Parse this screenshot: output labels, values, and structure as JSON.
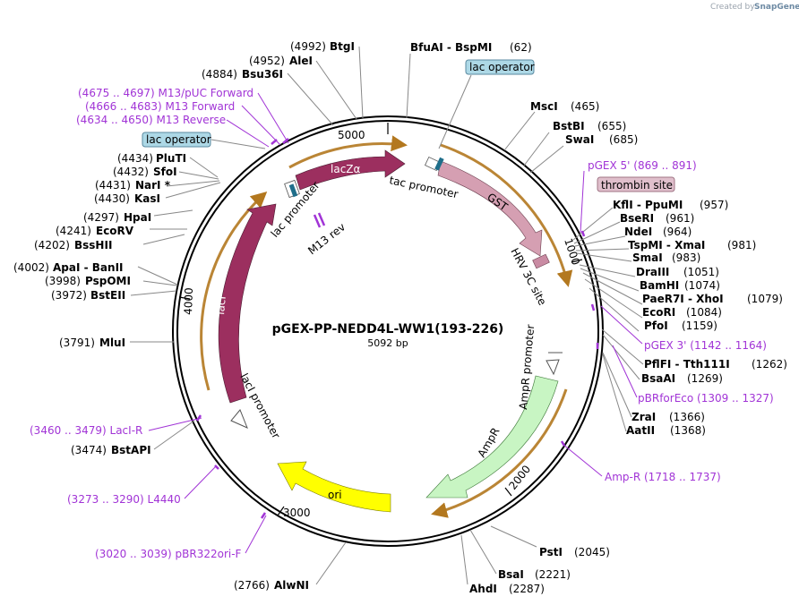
{
  "credit": {
    "created_by": "Created by",
    "brand": "SnapGene"
  },
  "plasmid": {
    "name": "pGEX-PP-NEDD4L-WW1(193-226)",
    "size": "5092 bp"
  },
  "ticks": [
    "5000",
    "1000",
    "2000",
    "3000",
    "4000"
  ],
  "features": {
    "lacZa": "lacZα",
    "GST": "GST",
    "HRV3C": "HRV 3C site",
    "tac": "tac promoter",
    "lac_prom": "lac promoter",
    "M13rev": "M13 rev",
    "ampr_prom": "AmpR promoter",
    "AmpR": "AmpR",
    "ori": "ori",
    "lacI": "lacI",
    "lacI_prom": "lacI promoter"
  },
  "boxes": {
    "lac_op_top": "lac operator",
    "lac_op_left": "lac operator",
    "thrombin": "thrombin site"
  },
  "primers": {
    "m13puc": "(4675 .. 4697)  M13/pUC Forward",
    "m13fwd": "(4666 .. 4683)  M13 Forward",
    "m13rev": "(4634 .. 4650)  M13 Reverse",
    "pgex5": "pGEX 5'   (869 .. 891)",
    "pgex3": "pGEX 3'   (1142 .. 1164)",
    "pbrfor": "pBRforEco   (1309 .. 1327)",
    "ampr": "Amp-R    (1718 .. 1737)",
    "laciR": "(3460 .. 3479)  LacI-R",
    "l4440": "(3273 .. 3290)  L4440",
    "pbr322": "(3020 .. 3039)  pBR322ori-F"
  },
  "sites": {
    "btgi": {
      "pos": "(4992)",
      "name": "BtgI"
    },
    "alei": {
      "pos": "(4952)",
      "name": "AleI"
    },
    "bsu36i": {
      "pos": "(4884)",
      "name": "Bsu36I"
    },
    "bfuai": {
      "name": "BfuAI  -  BspMI",
      "pos": "(62)"
    },
    "msci": {
      "name": "MscI",
      "pos": "(465)"
    },
    "bstbi": {
      "name": "BstBI",
      "pos": "(655)"
    },
    "swai": {
      "name": "SwaI",
      "pos": "(685)"
    },
    "kfli": {
      "name": "KflI  -  PpuMI",
      "pos": "(957)"
    },
    "bseri": {
      "name": "BseRI",
      "pos": "(961)"
    },
    "ndei": {
      "name": "NdeI",
      "pos": "(964)"
    },
    "tspmi": {
      "name": "TspMI  -  XmaI",
      "pos": "(981)"
    },
    "smai": {
      "name": "SmaI",
      "pos": "(983)"
    },
    "draiii": {
      "name": "DraIII",
      "pos": "(1051)"
    },
    "bamhi": {
      "name": "BamHI",
      "pos": "(1074)"
    },
    "paer7i": {
      "name": "PaeR7I  -  XhoI",
      "pos": "(1079)"
    },
    "ecori": {
      "name": "EcoRI",
      "pos": "(1084)"
    },
    "pfoi": {
      "name": "PfoI",
      "pos": "(1159)"
    },
    "pflfi": {
      "name": "PflFI  -  Tth111I",
      "pos": "(1262)"
    },
    "bsaai": {
      "name": "BsaAI",
      "pos": "(1269)"
    },
    "zrai": {
      "name": "ZraI",
      "pos": "(1366)"
    },
    "aatii": {
      "name": "AatII",
      "pos": "(1368)"
    },
    "psti": {
      "name": "PstI",
      "pos": "(2045)"
    },
    "bsai": {
      "name": "BsaI",
      "pos": "(2221)"
    },
    "ahdi": {
      "name": "AhdI",
      "pos": "(2287)"
    },
    "alwni": {
      "pos": "(2766)",
      "name": "AlwNI"
    },
    "bstapi": {
      "pos": "(3474)",
      "name": "BstAPI"
    },
    "mlui": {
      "pos": "(3791)",
      "name": "MluI"
    },
    "bsteii": {
      "pos": "(3972)",
      "name": "BstEII"
    },
    "pspomi": {
      "pos": "(3998)",
      "name": "PspOMI"
    },
    "apai": {
      "pos": "(4002)",
      "name": "ApaI  -  BanII"
    },
    "psshii": {
      "pos": "(4202)",
      "name": "BssHII"
    },
    "ecorv": {
      "pos": "(4241)",
      "name": "EcoRV"
    },
    "hpai": {
      "pos": "(4297)",
      "name": "HpaI"
    },
    "kasi": {
      "pos": "(4430)",
      "name": "KasI"
    },
    "nari": {
      "pos": "(4431)",
      "name": "NarI *"
    },
    "sfoi": {
      "pos": "(4432)",
      "name": "SfoI"
    },
    "pluti": {
      "pos": "(4434)",
      "name": "PluTI"
    }
  }
}
